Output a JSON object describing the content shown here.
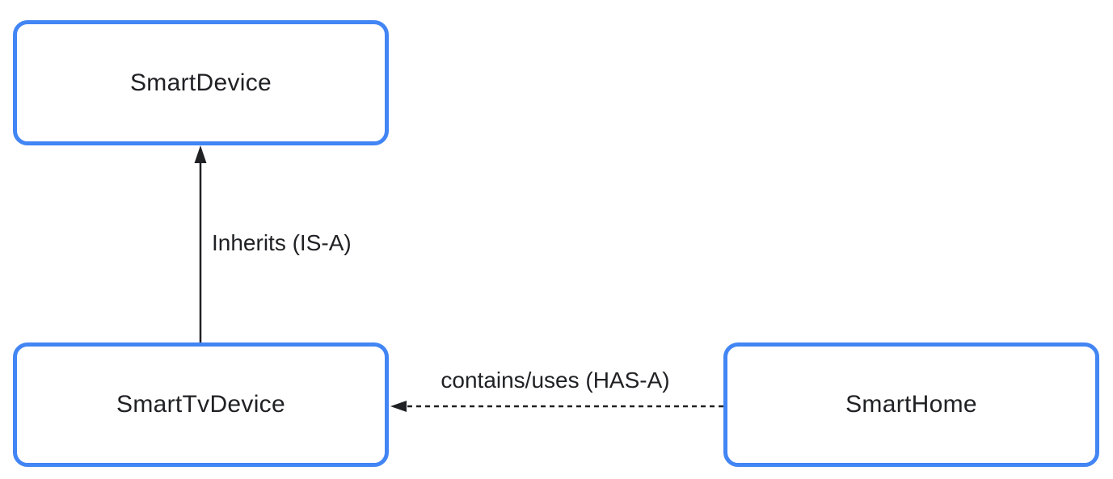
{
  "diagram": {
    "type": "class-relationship-diagram",
    "nodes": [
      {
        "id": "smart-device",
        "label": "SmartDevice"
      },
      {
        "id": "smart-tv-device",
        "label": "SmartTvDevice"
      },
      {
        "id": "smart-home",
        "label": "SmartHome"
      }
    ],
    "edges": [
      {
        "id": "inherits",
        "from": "SmartTvDevice",
        "to": "SmartDevice",
        "label": "Inherits (IS-A)",
        "line_style": "solid",
        "direction": "up"
      },
      {
        "id": "has-a",
        "from": "SmartHome",
        "to": "SmartTvDevice",
        "label": "contains/uses (HAS-A)",
        "line_style": "dashed",
        "direction": "left"
      }
    ],
    "colors": {
      "node_border": "#4285F4",
      "node_fill": "#FFFFFF",
      "node_text": "#202124",
      "edge": "#202124",
      "edge_label": "#202124"
    }
  }
}
